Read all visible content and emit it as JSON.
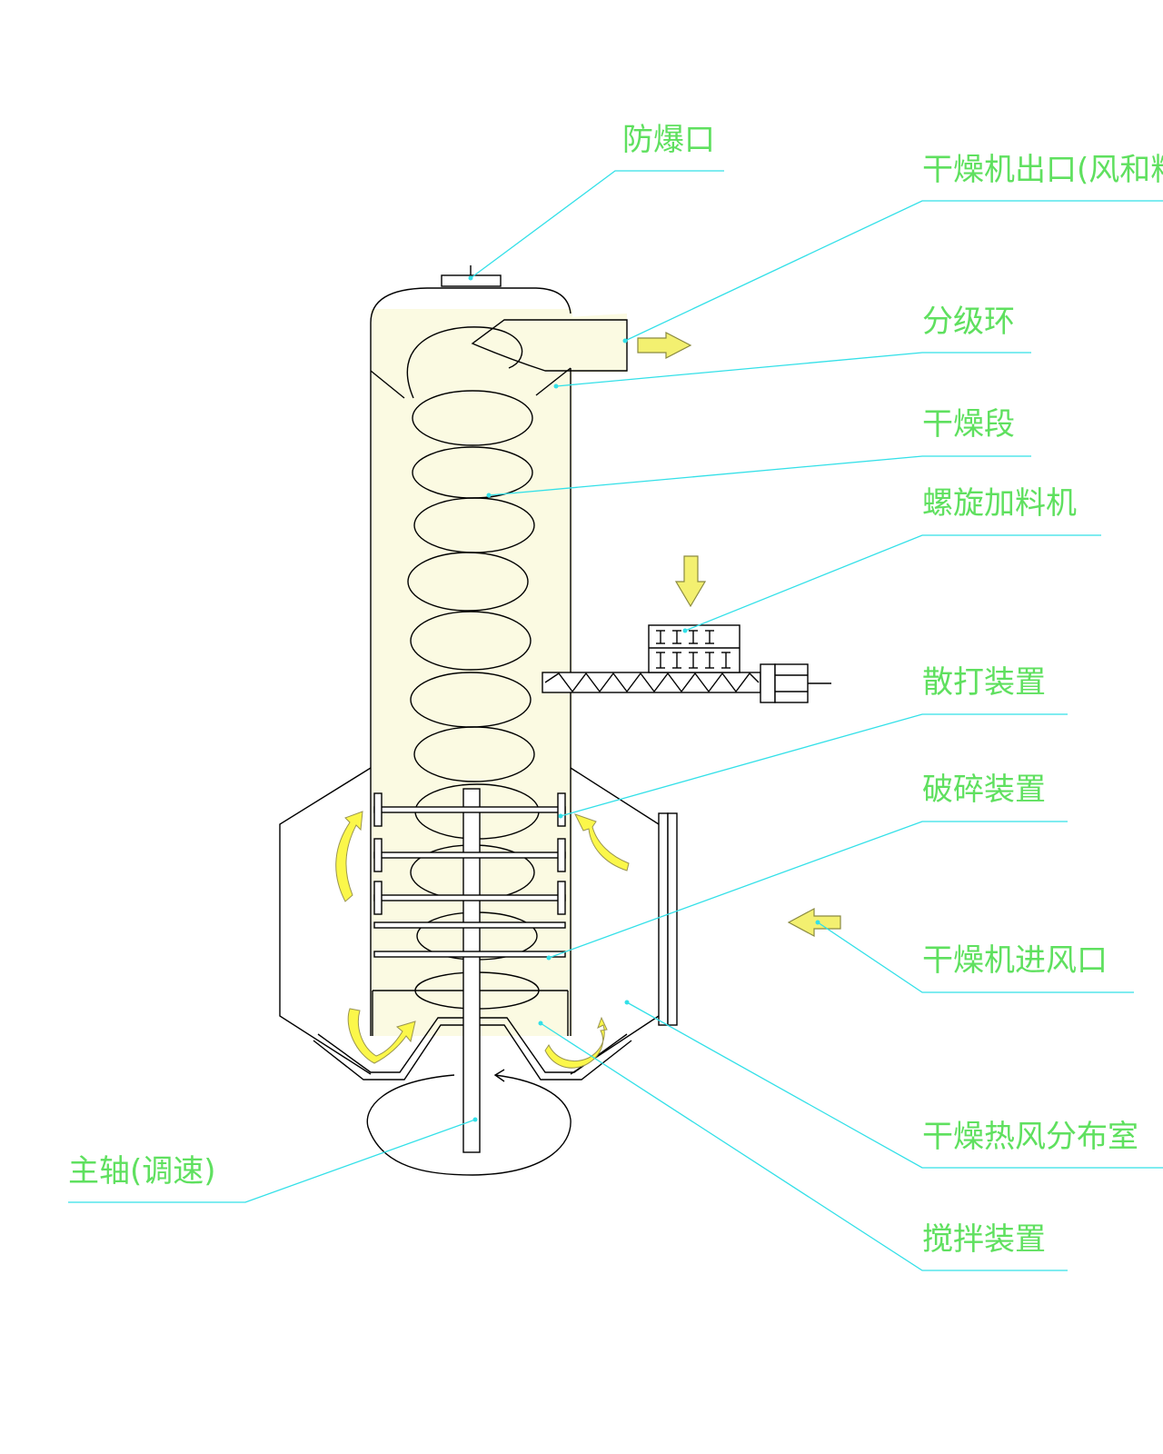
{
  "diagram": {
    "labels": {
      "explosion_vent": "防爆口",
      "dryer_outlet": "干燥机出口(风和料)",
      "classifier_ring": "分级环",
      "drying_section": "干燥段",
      "screw_feeder": "螺旋加料机",
      "disperser": "散打装置",
      "crusher": "破碎装置",
      "air_inlet": "干燥机进风口",
      "hot_air_chamber": "干燥热风分布室",
      "agitator": "搅拌装置",
      "main_shaft": "主轴(调速)"
    },
    "colors": {
      "leader": "#33e0e8",
      "label": "#5fe05f",
      "arrow_fill": "#f3f070",
      "outline": "#000000"
    }
  }
}
